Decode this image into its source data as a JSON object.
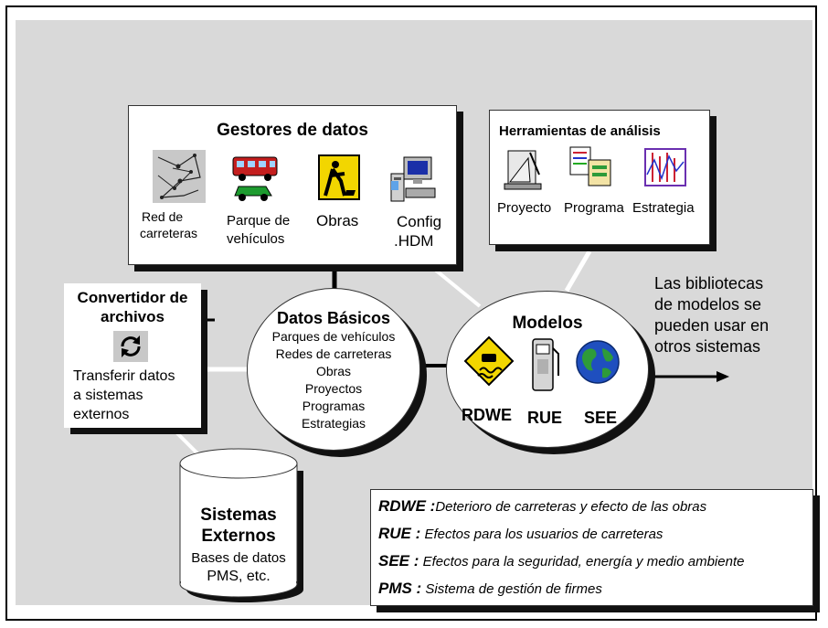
{
  "gestores": {
    "title": "Gestores de datos",
    "items": [
      {
        "label_1": "Red de",
        "label_2": "carreteras",
        "icon": "road-network-icon"
      },
      {
        "label_1": "Parque de",
        "label_2": "vehículos",
        "icon": "vehicles-icon"
      },
      {
        "label_1": "Obras",
        "icon": "roadwork-icon"
      },
      {
        "label_1": "Config",
        "label_2": ".HDM",
        "icon": "computer-icon"
      }
    ]
  },
  "herramientas": {
    "title": "Herramientas de análisis",
    "items": [
      {
        "label": "Proyecto",
        "icon": "project-icon"
      },
      {
        "label": "Programa",
        "icon": "program-icon"
      },
      {
        "label": "Estrategia",
        "icon": "strategy-chart-icon"
      }
    ]
  },
  "convertidor": {
    "title_1": "Convertidor de",
    "title_2": "archivos",
    "text_1": "Transferir datos",
    "text_2": "a sistemas",
    "text_3": "externos"
  },
  "datos_basicos": {
    "title": "Datos Básicos",
    "lines": [
      "Parques de vehículos",
      "Redes de carreteras",
      "Obras",
      "Proyectos",
      "Programas",
      "Estrategias"
    ]
  },
  "modelos": {
    "title": "Modelos",
    "items": [
      {
        "label": "RDWE",
        "icon": "slippery-road-sign-icon"
      },
      {
        "label": "RUE",
        "icon": "fuel-pump-icon"
      },
      {
        "label": "SEE",
        "icon": "globe-icon"
      }
    ]
  },
  "bibliotecas": {
    "lines": [
      "Las bibliotecas",
      "de modelos se",
      "pueden usar en",
      "otros sistemas"
    ]
  },
  "sistemas_externos": {
    "title_1": "Sistemas",
    "title_2": "Externos",
    "line_1": "Bases de datos",
    "line_2": "PMS, etc."
  },
  "legend": [
    {
      "term": "RDWE :",
      "desc": "Deterioro de carreteras y efecto de las obras"
    },
    {
      "term": "RUE :",
      "desc": " Efectos para los usuarios de carreteras"
    },
    {
      "term": "SEE :",
      "desc": " Efectos para la seguridad, energía y medio ambiente"
    },
    {
      "term": "PMS :",
      "desc": " Sistema de gestión de firmes"
    }
  ],
  "colors": {
    "panel": "#d9d9d9",
    "shadow": "#111111",
    "sign_yellow": "#f2d600",
    "globe_blue": "#1f4fbf",
    "globe_green": "#2e9b3a"
  }
}
